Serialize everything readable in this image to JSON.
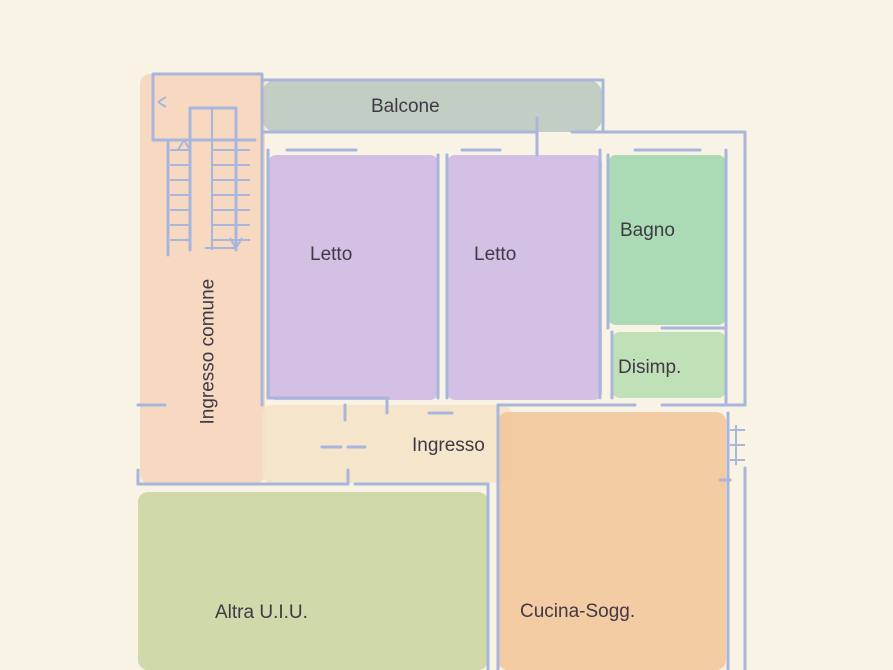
{
  "rooms": {
    "balcone": "Balcone",
    "letto_1": "Letto",
    "letto_2": "Letto",
    "bagno": "Bagno",
    "disimpegno": "Disimp.",
    "ingresso_comune": "Ingresso comune",
    "ingresso": "Ingresso",
    "altra_uiu": "Altra U.I.U.",
    "cucina_soggiorno": "Cucina-Sogg."
  },
  "colors": {
    "background": "#f8f3e4",
    "wall": "#a9b6dc",
    "balcone": "#b9c6bd",
    "letto": "#cdb6e4",
    "bagno": "#9ed6ab",
    "disimpegno": "#b6dcb0",
    "ingresso_comune": "#f6d2b8",
    "ingresso": "#f5e2c6",
    "altra_uiu": "#c8d4a0",
    "cucina_soggiorno": "#f3c498"
  }
}
